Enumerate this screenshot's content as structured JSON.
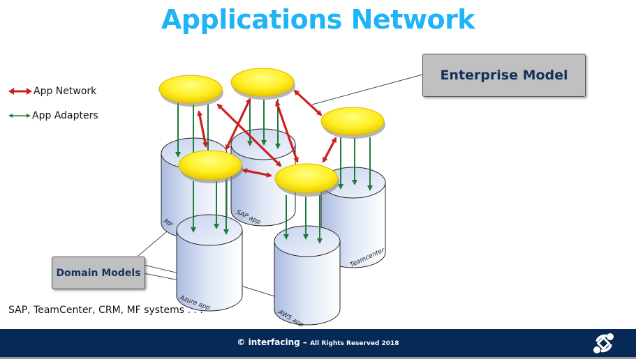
{
  "title": "Applications Network",
  "legend": {
    "items": [
      {
        "label": "App Network",
        "color": "#cc1f1f",
        "style": "double-arrow"
      },
      {
        "label": "App Adapters",
        "color": "#1f7a3c",
        "style": "double-arrow"
      }
    ]
  },
  "enterprise_model": {
    "label": "Enterprise Model"
  },
  "domain_models": {
    "label": "Domain Models"
  },
  "systems_caption": "SAP, TeamCenter, CRM, MF systems . . .",
  "cylinders": [
    {
      "id": "mf",
      "label": "MF"
    },
    {
      "id": "sap",
      "label": "SAP app"
    },
    {
      "id": "teamcenter",
      "label": "Teamcenter"
    },
    {
      "id": "azure",
      "label": "Azure app"
    },
    {
      "id": "aws",
      "label": "AWS app"
    }
  ],
  "nodes": [
    {
      "id": "n1",
      "label": ""
    },
    {
      "id": "n2",
      "label": ""
    },
    {
      "id": "n3",
      "label": ""
    },
    {
      "id": "n4",
      "label": ""
    },
    {
      "id": "n5",
      "label": ""
    }
  ],
  "edges": [
    {
      "from": "n1",
      "to": "n4"
    },
    {
      "from": "n1",
      "to": "n5"
    },
    {
      "from": "n2",
      "to": "n4"
    },
    {
      "from": "n2",
      "to": "n5"
    },
    {
      "from": "n2",
      "to": "n3"
    },
    {
      "from": "n3",
      "to": "n5"
    },
    {
      "from": "n4",
      "to": "n5"
    }
  ],
  "colors": {
    "title": "#1eb4f5",
    "network_arrow": "#cc1f1f",
    "adapter_arrow": "#1f7a3c",
    "node_fill": "#ffee33",
    "footer_bg": "#062a55",
    "box_fill": "#c0c0c0",
    "box_text": "#14325a"
  },
  "footer": {
    "copyright": "© interfacing",
    "dash": " – ",
    "rights": "All Rights Reserved  2018",
    "logo_icon": "interfacing-logo-icon"
  }
}
